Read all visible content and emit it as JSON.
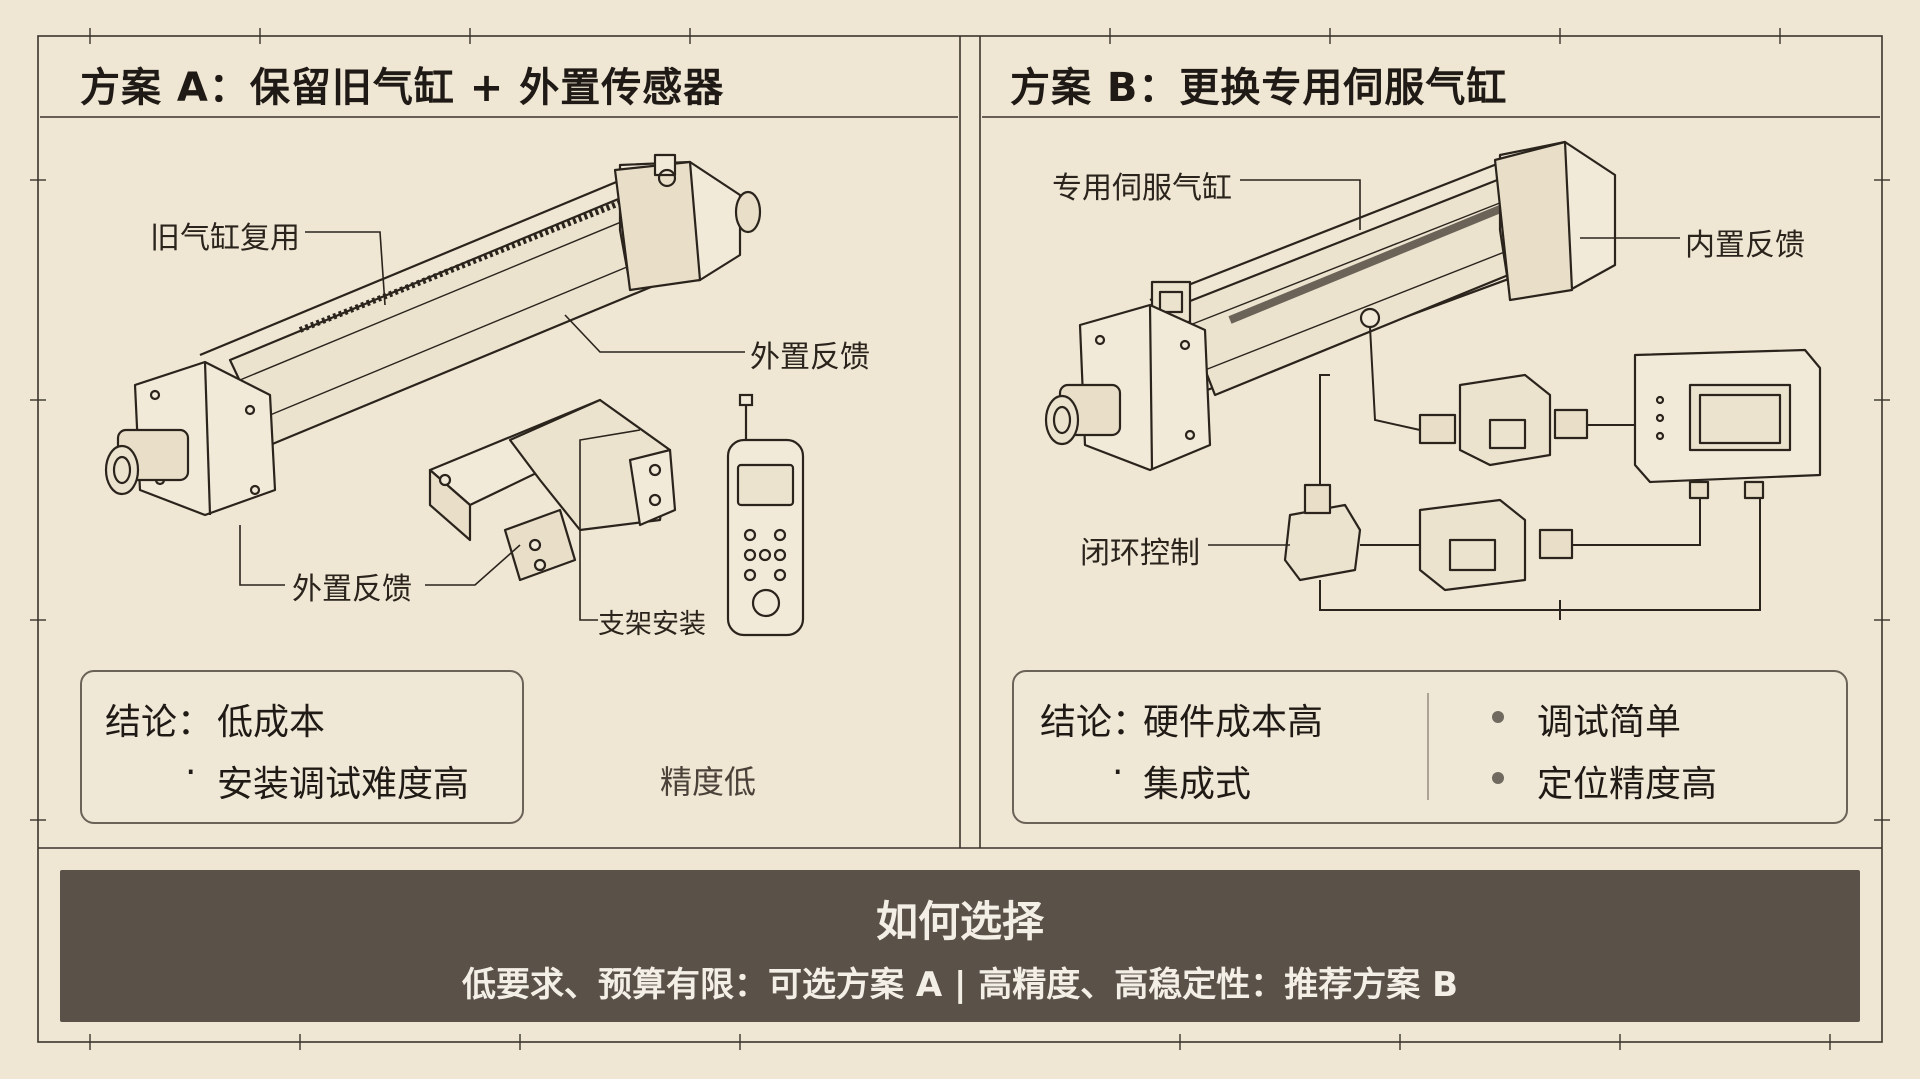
{
  "panel_a": {
    "title": "方案 A：保留旧气缸 + 外置传感器",
    "callouts": {
      "old_cylinder": "旧气缸复用",
      "external_feedback_right": "外置反馈",
      "external_feedback_left": "外置反馈",
      "bracket_mount": "支架安装"
    },
    "conclusion": {
      "label": "结论：",
      "point1": "低成本",
      "point2": "安装调试难度高",
      "point3": "精度低"
    }
  },
  "panel_b": {
    "title": "方案 B：更换专用伺服气缸",
    "callouts": {
      "servo_cylinder": "专用伺服气缸",
      "internal_feedback": "内置反馈",
      "closed_loop": "闭环控制"
    },
    "conclusion": {
      "label": "结论：",
      "point1": "硬件成本高",
      "point2": "集成式",
      "point3": "调试简单",
      "point4": "定位精度高"
    }
  },
  "footer": {
    "title": "如何选择",
    "subtitle": "低要求、预算有限：可选方案 A | 高精度、高稳定性：推荐方案 B"
  }
}
